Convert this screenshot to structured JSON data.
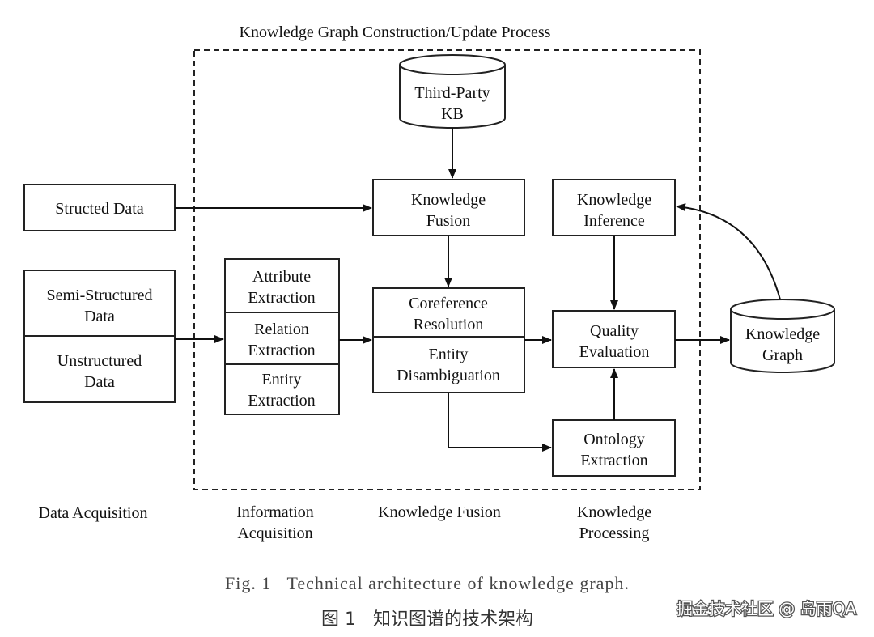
{
  "title": "Knowledge Graph Construction/Update Process",
  "nodes": {
    "third_party_kb": [
      "Third-Party",
      "KB"
    ],
    "structed_data": [
      "Structed Data"
    ],
    "semi_structured_data": [
      "Semi-Structured",
      "Data"
    ],
    "unstructured_data": [
      "Unstructured",
      "Data"
    ],
    "attribute_extraction": [
      "Attribute",
      "Extraction"
    ],
    "relation_extraction": [
      "Relation",
      "Extraction"
    ],
    "entity_extraction": [
      "Entity",
      "Extraction"
    ],
    "knowledge_fusion": [
      "Knowledge",
      "Fusion"
    ],
    "coreference_resolution": [
      "Coreference",
      "Resolution"
    ],
    "entity_disambiguation": [
      "Entity",
      "Disambiguation"
    ],
    "knowledge_inference": [
      "Knowledge",
      "Inference"
    ],
    "quality_evaluation": [
      "Quality",
      "Evaluation"
    ],
    "ontology_extraction": [
      "Ontology",
      "Extraction"
    ],
    "knowledge_graph": [
      "Knowledge",
      "Graph"
    ]
  },
  "stages": {
    "data_acquisition": [
      "Data Acquisition"
    ],
    "information_acquisition": [
      "Information",
      "Acquisition"
    ],
    "knowledge_fusion": [
      "Knowledge Fusion"
    ],
    "knowledge_processing": [
      "Knowledge",
      "Processing"
    ]
  },
  "edges": [
    {
      "from": "structed_data",
      "to": "knowledge_fusion"
    },
    {
      "from": "third_party_kb",
      "to": "knowledge_fusion"
    },
    {
      "from": "semi_structured_data / unstructured_data",
      "to": "relation_extraction"
    },
    {
      "from": "relation_extraction",
      "to": "coreference_resolution / entity_disambiguation"
    },
    {
      "from": "knowledge_fusion",
      "to": "coreference_resolution"
    },
    {
      "from": "coreference_resolution / entity_disambiguation",
      "to": "quality_evaluation"
    },
    {
      "from": "entity_disambiguation",
      "to": "ontology_extraction"
    },
    {
      "from": "ontology_extraction",
      "to": "quality_evaluation"
    },
    {
      "from": "knowledge_inference",
      "to": "quality_evaluation"
    },
    {
      "from": "quality_evaluation",
      "to": "knowledge_graph"
    },
    {
      "from": "knowledge_graph",
      "to": "knowledge_inference"
    }
  ],
  "caption": {
    "english": "Fig. 1   Technical architecture of knowledge graph.",
    "chinese": "图 1   知识图谱的技术架构"
  },
  "watermark": "掘金技术社区 @ 岛雨QA"
}
